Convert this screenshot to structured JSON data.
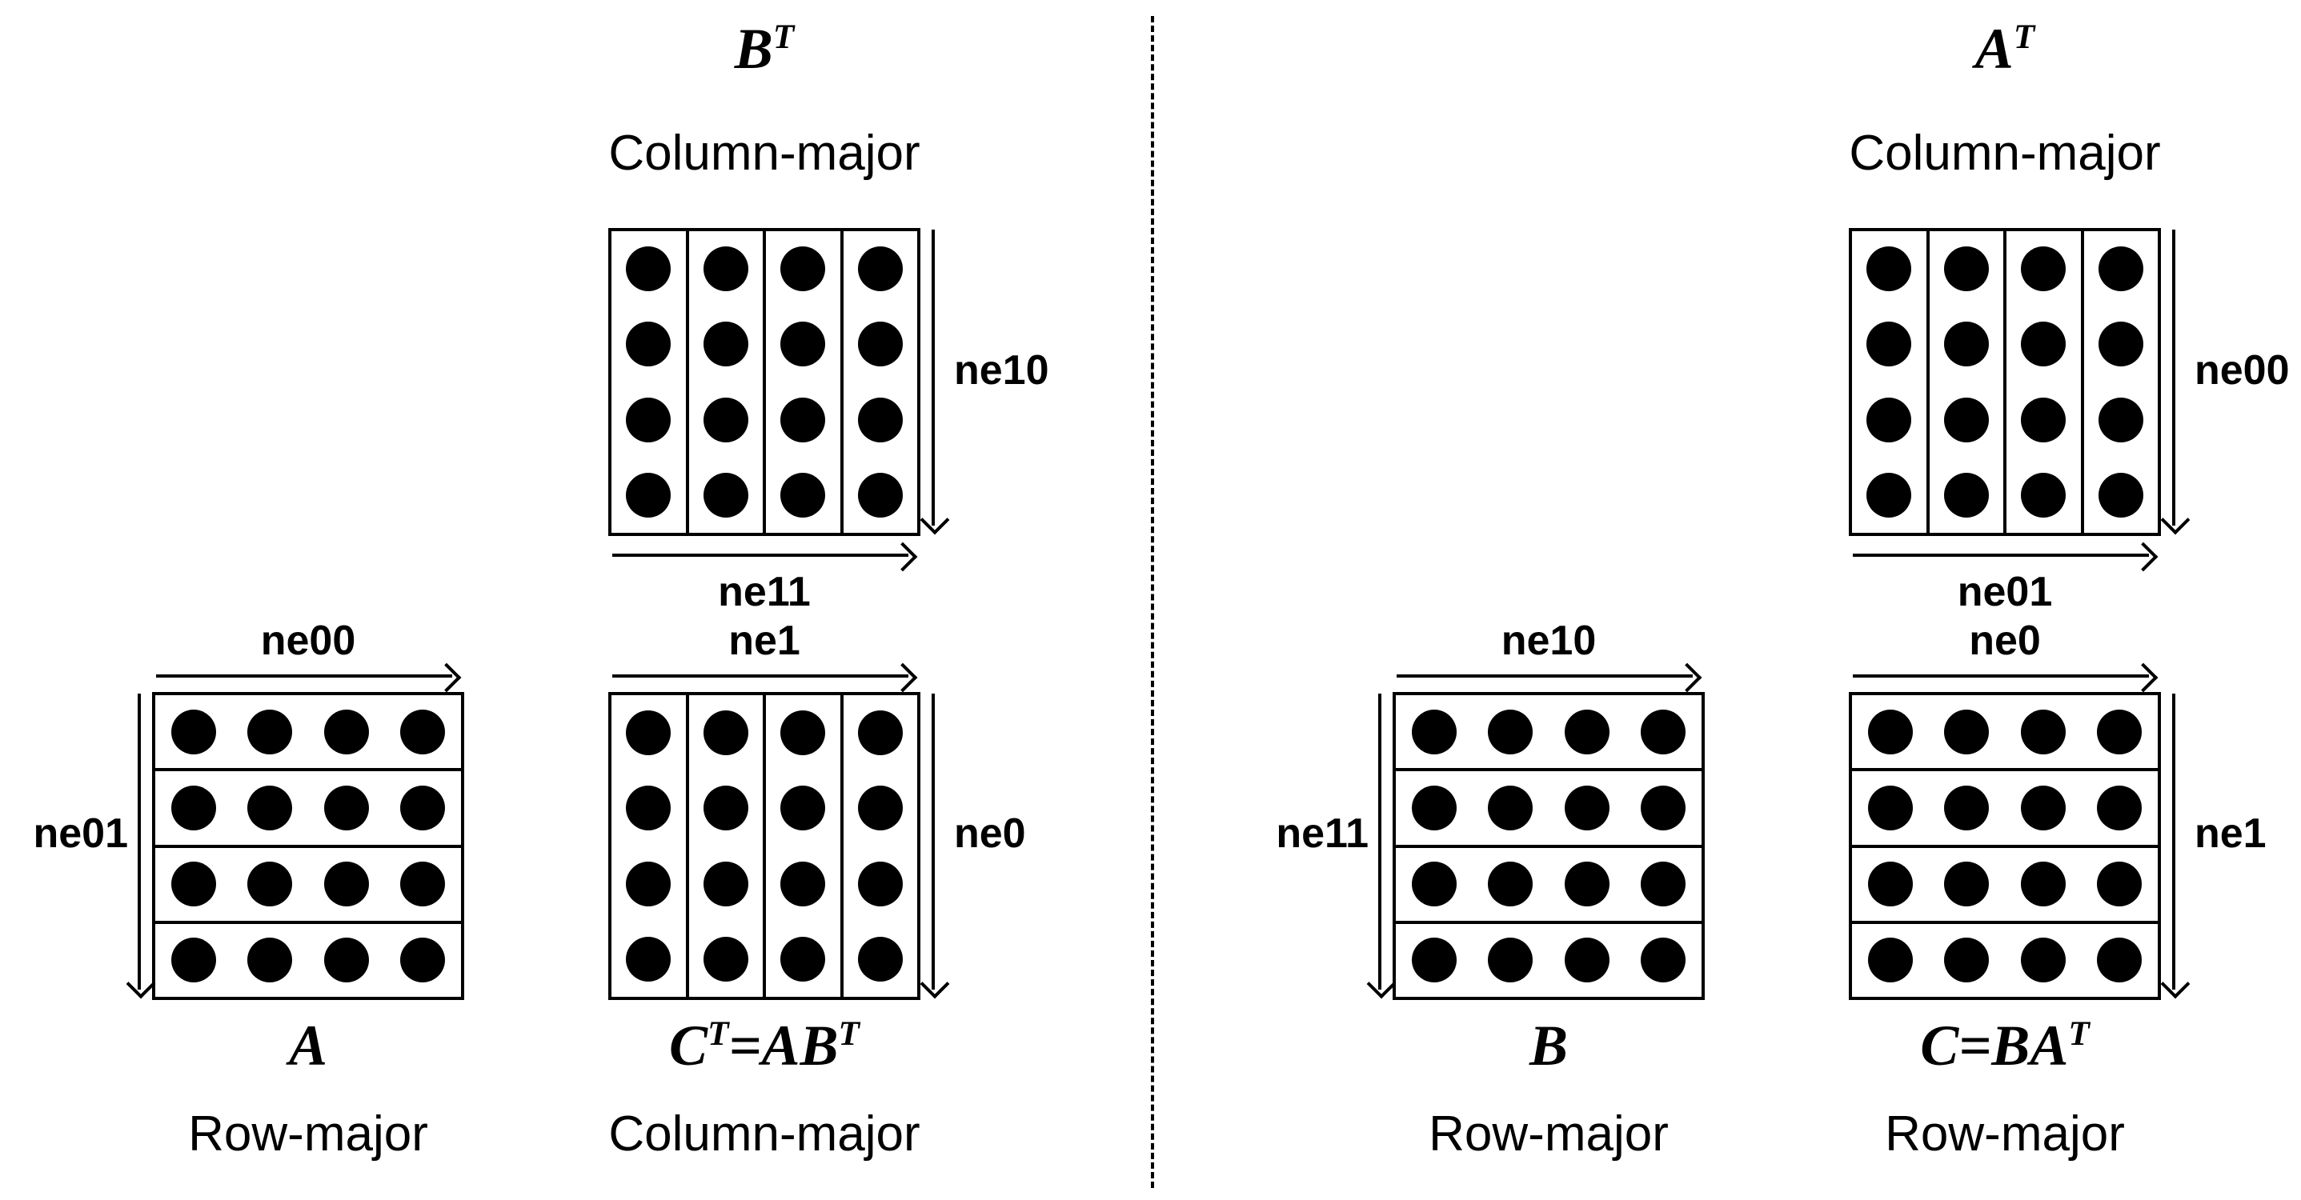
{
  "colors": {
    "ink": "#000000",
    "background": "#ffffff"
  },
  "matrix": {
    "strips": 4,
    "per_strip": 4
  },
  "panels": {
    "left": {
      "top": {
        "name": {
          "p1": "B",
          "s1": "T",
          "p2": "",
          "s2": ""
        },
        "order": "Column-major",
        "right_label": "ne10",
        "bottom_label": "ne11"
      },
      "a": {
        "top_label": "ne00",
        "left_label": "ne01",
        "name": {
          "p1": "A",
          "s1": "",
          "p2": "",
          "s2": ""
        },
        "order": "Row-major"
      },
      "c": {
        "top_label": "ne1",
        "right_label": "ne0",
        "name": {
          "p1": "C",
          "s1": "T",
          "p2": "=AB",
          "s2": "T"
        },
        "order": "Column-major"
      }
    },
    "right": {
      "top": {
        "name": {
          "p1": "A",
          "s1": "T",
          "p2": "",
          "s2": ""
        },
        "order": "Column-major",
        "right_label": "ne00",
        "bottom_label": "ne01"
      },
      "b": {
        "top_label": "ne10",
        "left_label": "ne11",
        "name": {
          "p1": "B",
          "s1": "",
          "p2": "",
          "s2": ""
        },
        "order": "Row-major"
      },
      "c": {
        "top_label": "ne0",
        "right_label": "ne1",
        "name": {
          "p1": "C=BA",
          "s1": "T",
          "p2": "",
          "s2": ""
        },
        "order": "Row-major"
      }
    }
  }
}
